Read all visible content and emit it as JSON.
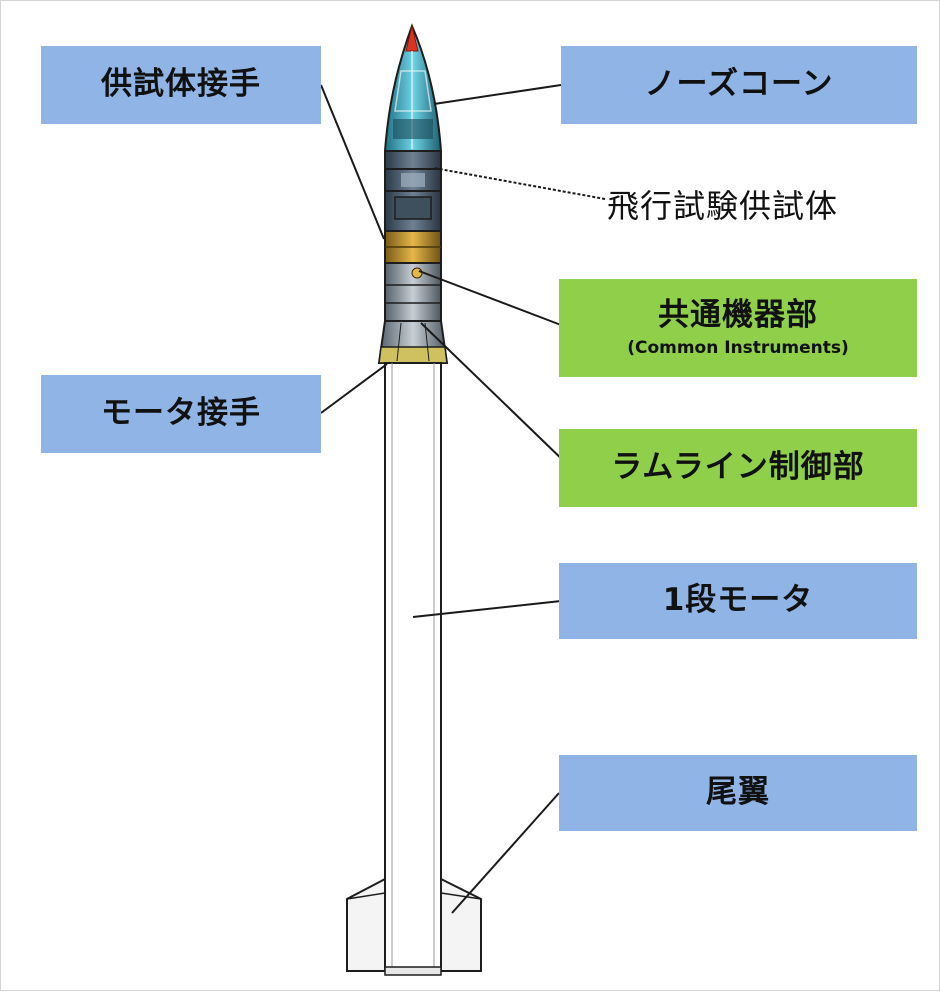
{
  "colors": {
    "blue_box": "#90b4e6",
    "green_box": "#8fcf4a",
    "leader_line": "#1a1a1a"
  },
  "labels": {
    "test_body_joint": "供試体接手",
    "nose_cone": "ノーズコーン",
    "flight_test_body": "飛行試験供試体",
    "common_instruments": "共通機器部",
    "common_instruments_sub": "(Common Instruments)",
    "motor_joint": "モータ接手",
    "ramline_control": "ラムライン制御部",
    "first_stage_motor": "1段モータ",
    "tail_fins": "尾翼"
  }
}
